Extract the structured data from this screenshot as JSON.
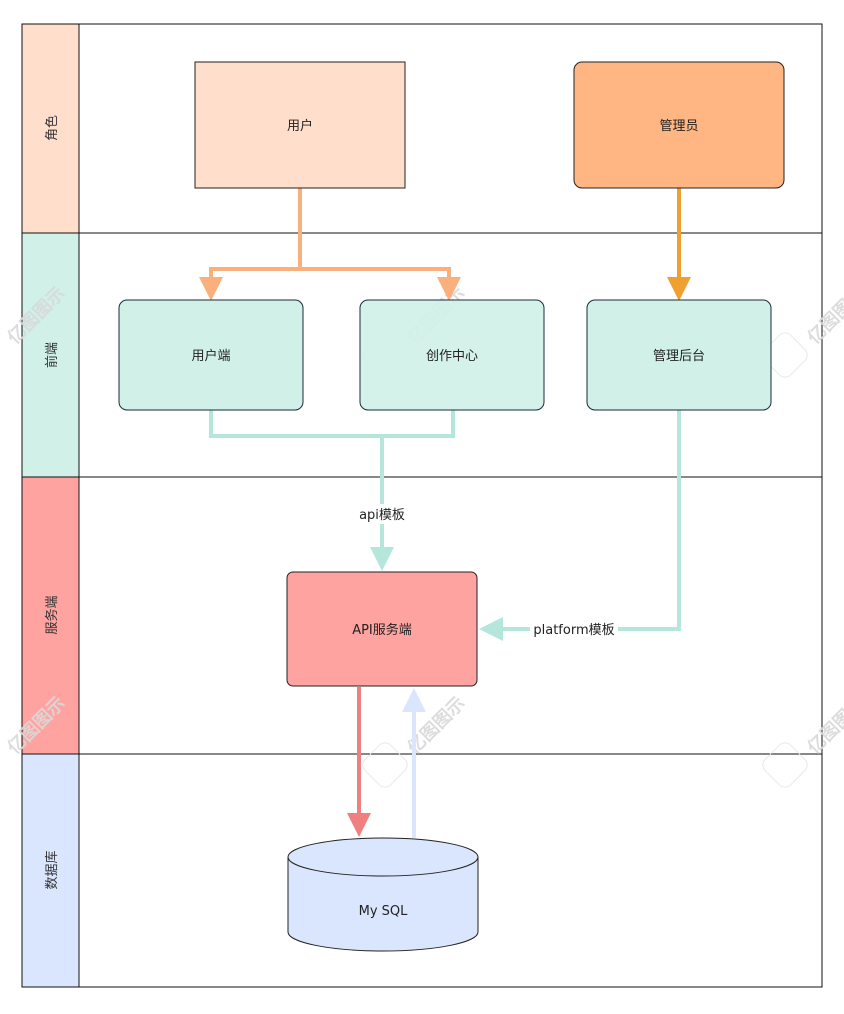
{
  "lanes": [
    {
      "id": "role",
      "label": "角色",
      "color": "#FFDFCC"
    },
    {
      "id": "frontend",
      "label": "前端",
      "color": "#D0F0E8"
    },
    {
      "id": "server",
      "label": "服务端",
      "color": "#FFA3A0"
    },
    {
      "id": "database",
      "label": "数据库",
      "color": "#DAE6FD"
    }
  ],
  "nodes": {
    "user": {
      "label": "用户",
      "color": "#FFDFCC"
    },
    "admin": {
      "label": "管理员",
      "color": "#FFB682"
    },
    "user_client": {
      "label": "用户端",
      "color": "#D0F0E8"
    },
    "creation_center": {
      "label": "创作中心",
      "color": "#D0F0E8"
    },
    "admin_console": {
      "label": "管理后台",
      "color": "#D0F0E8"
    },
    "api_server": {
      "label": "API服务端",
      "color": "#FFA3A0"
    },
    "mysql": {
      "label": "My SQL",
      "color": "#DAE6FD"
    }
  },
  "edges": {
    "user_to_frontends": {
      "color": "#F9B07C"
    },
    "admin_to_console": {
      "color": "#F0A030"
    },
    "frontends_to_api": {
      "label": "api模板",
      "color": "#B4E6DC"
    },
    "console_to_api": {
      "label": "platform模板",
      "color": "#B4E6DC"
    },
    "api_to_db": {
      "color": "#F08080"
    },
    "db_to_api": {
      "color": "#DAE6FD"
    }
  },
  "watermark": {
    "text": "亿图图示"
  }
}
